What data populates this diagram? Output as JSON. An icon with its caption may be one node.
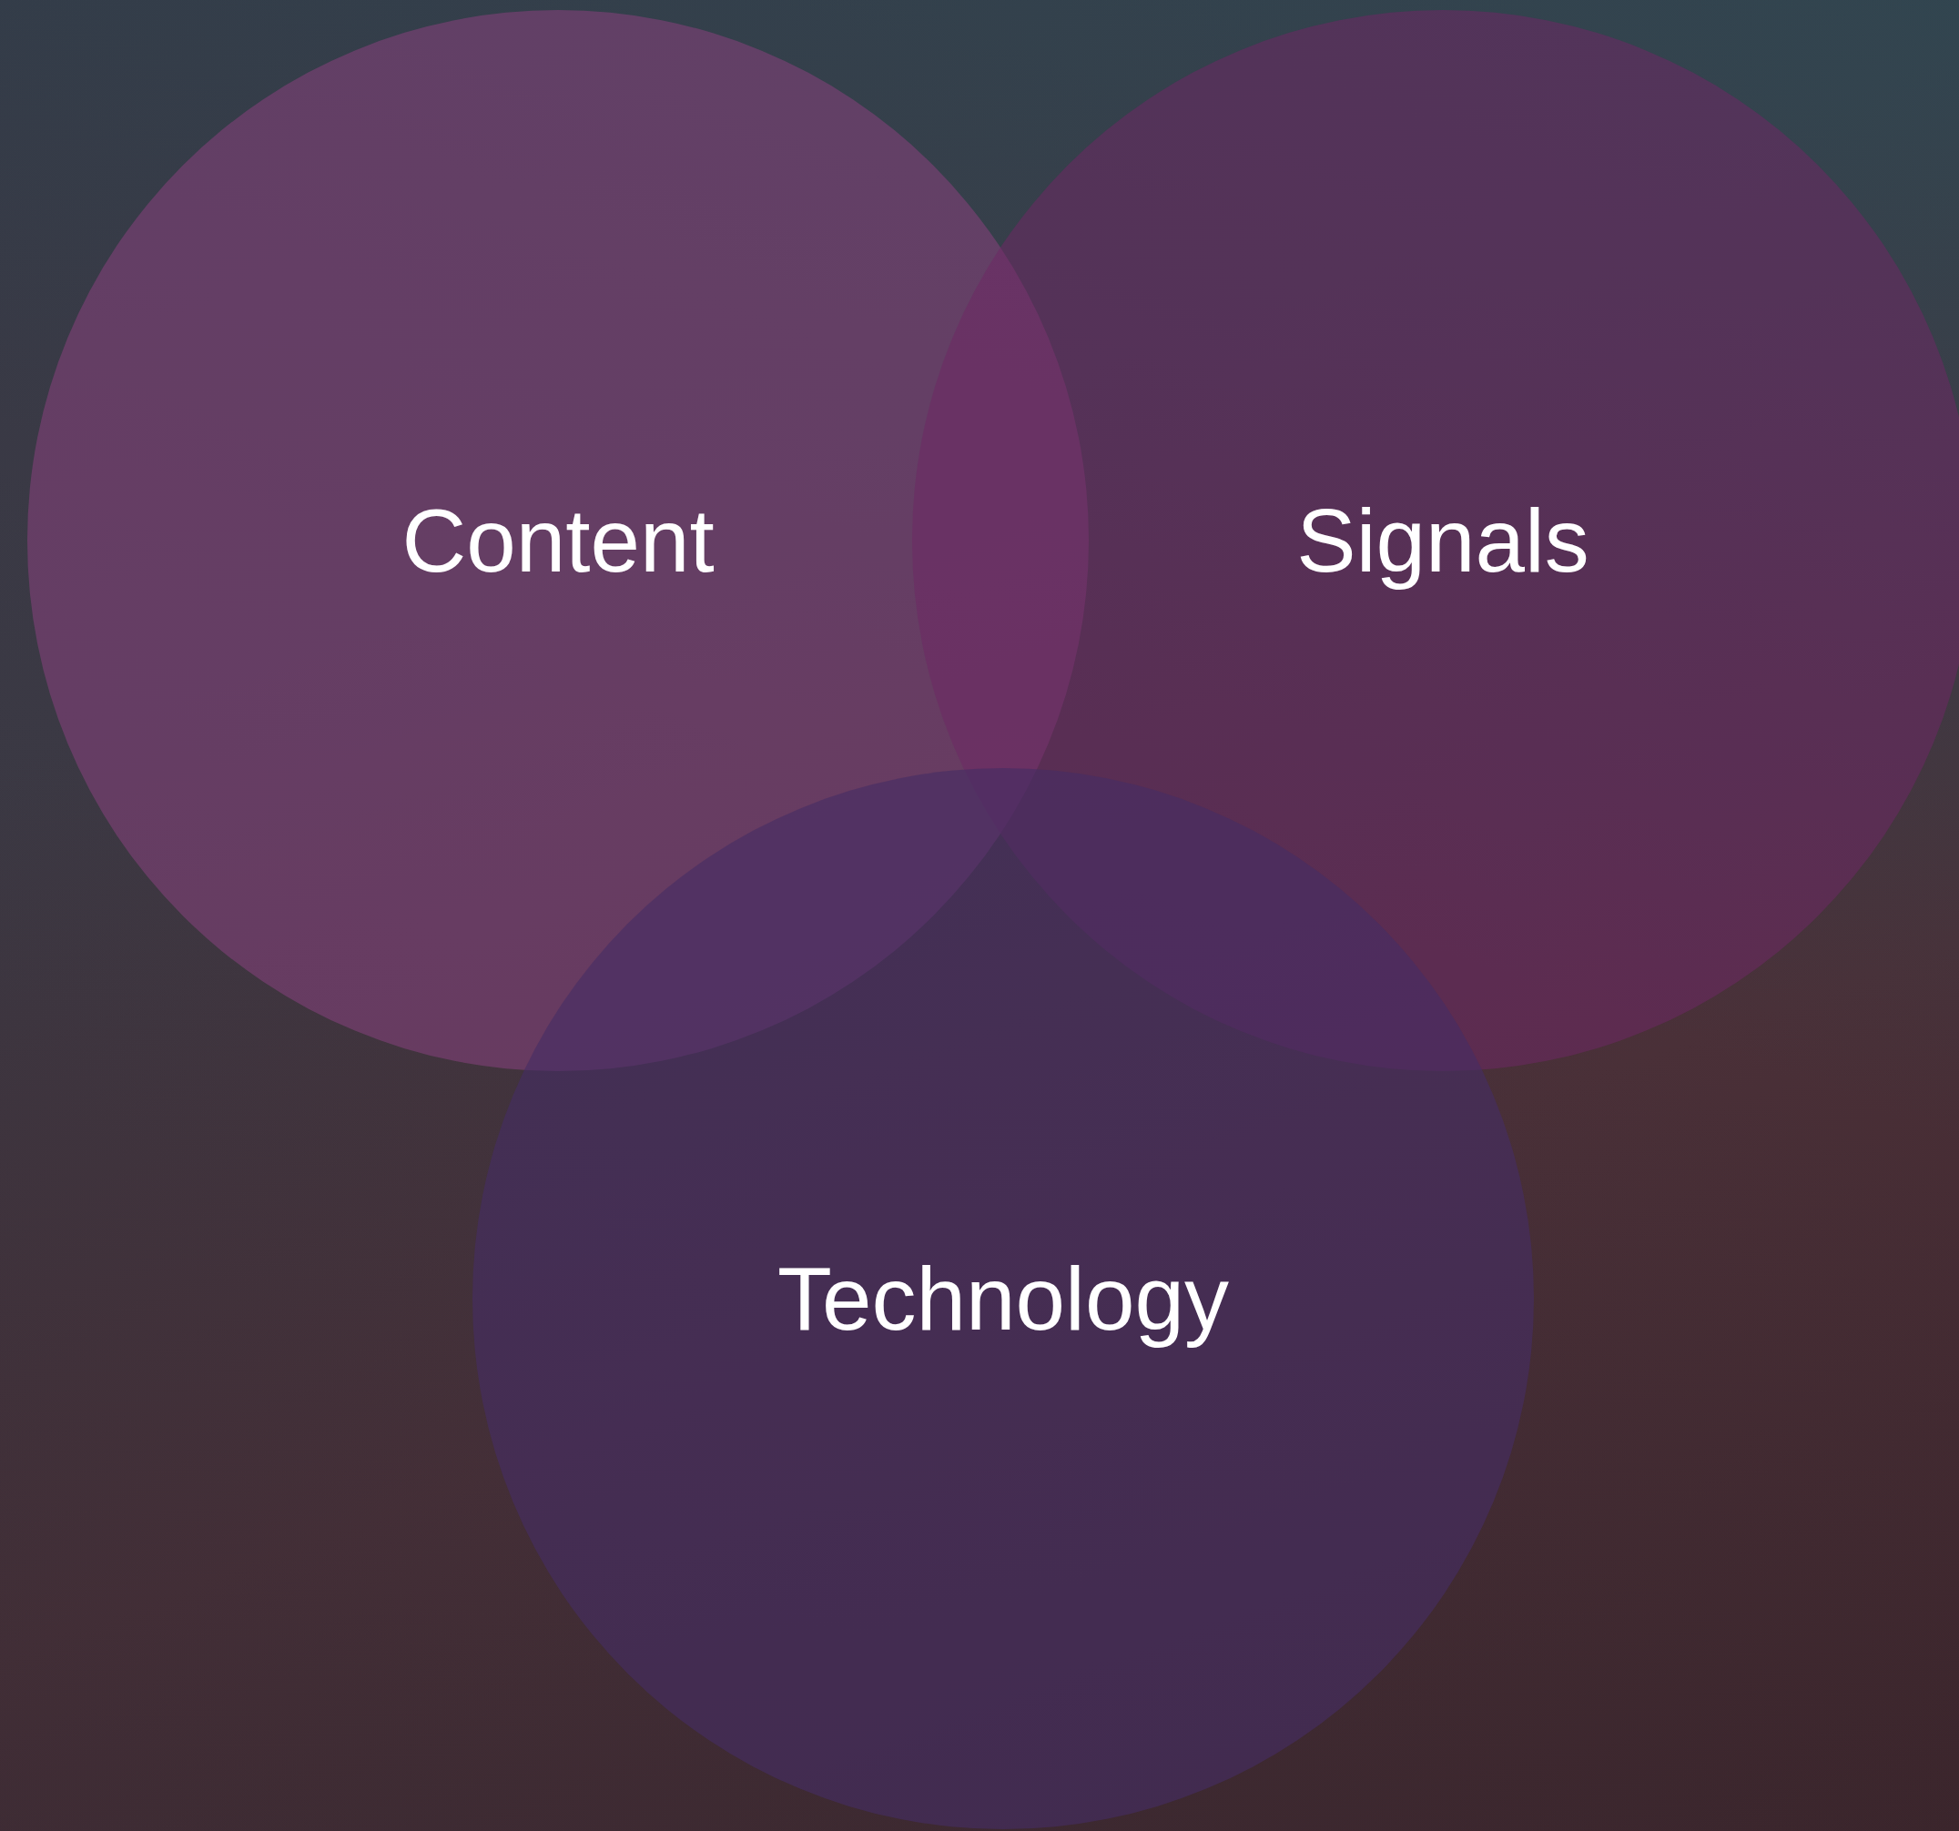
{
  "diagram": {
    "nodes": [
      {
        "text": [
          "Content"
        ]
      },
      {
        "text": [
          "Signals"
        ]
      },
      {
        "text": [
          "Technology"
        ]
      }
    ]
  }
}
